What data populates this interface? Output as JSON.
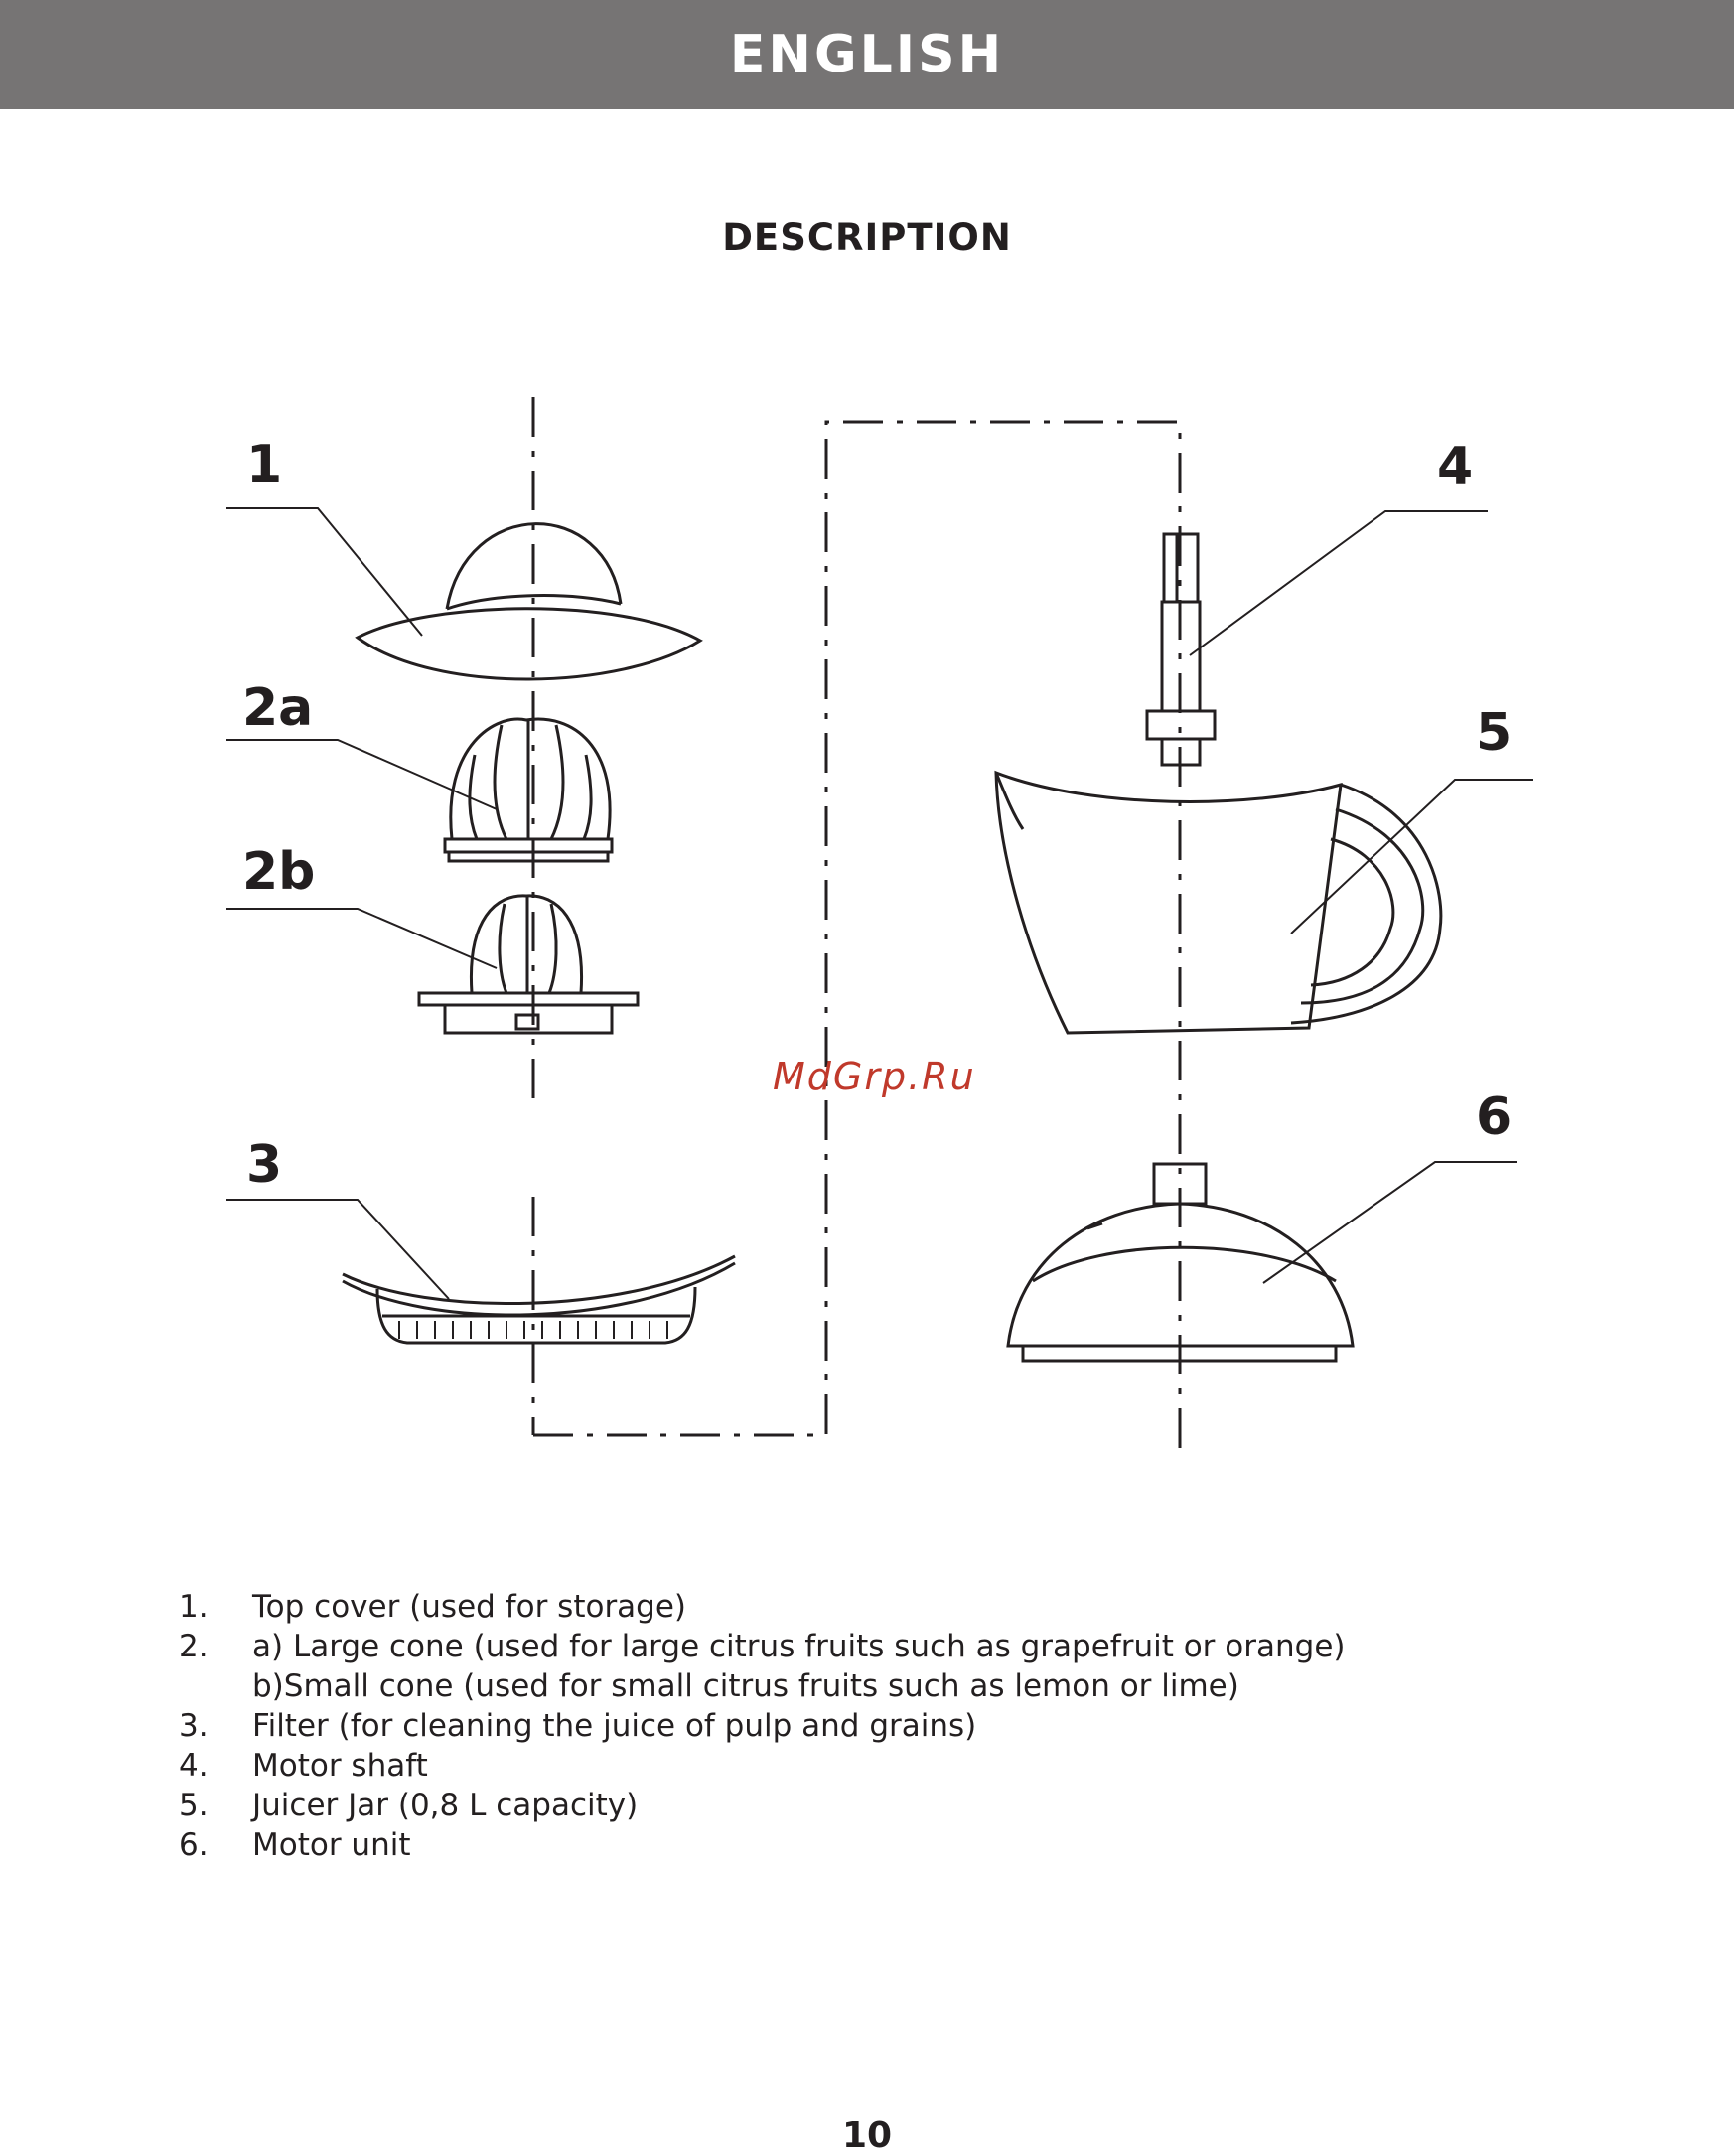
{
  "header": {
    "language": "ENGLISH"
  },
  "section": {
    "title": "DESCRIPTION"
  },
  "diagram": {
    "callouts": [
      "1",
      "2a",
      "2b",
      "3",
      "4",
      "5",
      "6"
    ]
  },
  "watermark": "MdGrp.Ru",
  "parts": [
    {
      "num": "1.",
      "lines": [
        "Top cover (used for storage)"
      ]
    },
    {
      "num": "2.",
      "lines": [
        "a) Large cone (used for large citrus fruits such as grapefruit or orange)",
        "b)Small cone (used for small citrus fruits such as lemon or lime)"
      ]
    },
    {
      "num": "3.",
      "lines": [
        "Filter (for cleaning the juice of pulp and grains)"
      ]
    },
    {
      "num": "4.",
      "lines": [
        "Motor shaft"
      ]
    },
    {
      "num": "5.",
      "lines": [
        "Juicer Jar (0,8 L capacity)"
      ]
    },
    {
      "num": "6.",
      "lines": [
        "Motor unit"
      ]
    }
  ],
  "footer": {
    "page_number": "10"
  },
  "colors": {
    "header_bar": "#767474",
    "watermark": "#c0392b",
    "ink": "#231f20"
  }
}
